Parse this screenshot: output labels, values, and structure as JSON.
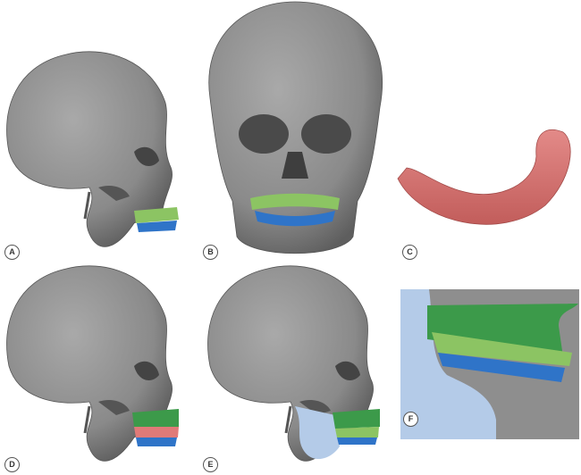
{
  "figure": {
    "panels": [
      {
        "label": "A"
      },
      {
        "label": "B"
      },
      {
        "label": "C"
      },
      {
        "label": "D"
      },
      {
        "label": "E"
      },
      {
        "label": "F"
      }
    ],
    "colors": {
      "bone": "#8a8a8a",
      "maxilla_guide": "#3c9a4a",
      "upper_teeth": "#8cc463",
      "lower_teeth": "#2f74c8",
      "dental_model": "#d77070",
      "mandible_overlay": "#b4cbe8",
      "spacer": "#e07a78"
    }
  }
}
